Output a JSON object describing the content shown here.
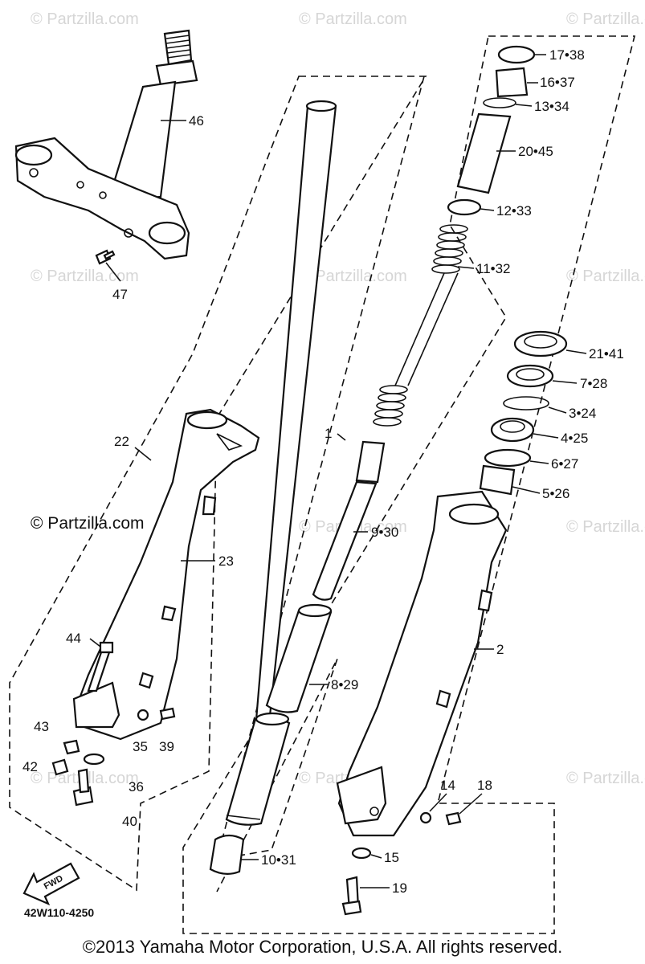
{
  "watermark": {
    "small": "© Partzilla.com",
    "main": "© Partzilla.com"
  },
  "labels": {
    "p46": "46",
    "p47": "47",
    "p22": "22",
    "p23": "23",
    "p44": "44",
    "p43": "43",
    "p42": "42",
    "p35": "35",
    "p39": "39",
    "p36": "36",
    "p40": "40",
    "p1": "1",
    "p17": "17•38",
    "p16": "16•37",
    "p13": "13•34",
    "p20": "20•45",
    "p12": "12•33",
    "p11": "11•32",
    "p9": "9•30",
    "p8": "8•29",
    "p10": "10•31",
    "p21": "21•41",
    "p7": "7•28",
    "p3": "3•24",
    "p4": "4•25",
    "p6": "6•27",
    "p5": "5•26",
    "p2": "2",
    "p14": "14",
    "p18": "18",
    "p15": "15",
    "p19": "19"
  },
  "fwd_label": "FWD",
  "diagram_code": "42W110-4250",
  "copyright": "©2013 Yamaha Motor Corporation, U.S.A. All rights reserved."
}
